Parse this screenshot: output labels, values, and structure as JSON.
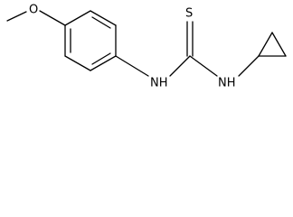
{
  "molecule": {
    "atoms": {
      "methoxy_o": "O",
      "sulfur": "S",
      "nh_left": "NH",
      "nh_right": "NH"
    }
  }
}
